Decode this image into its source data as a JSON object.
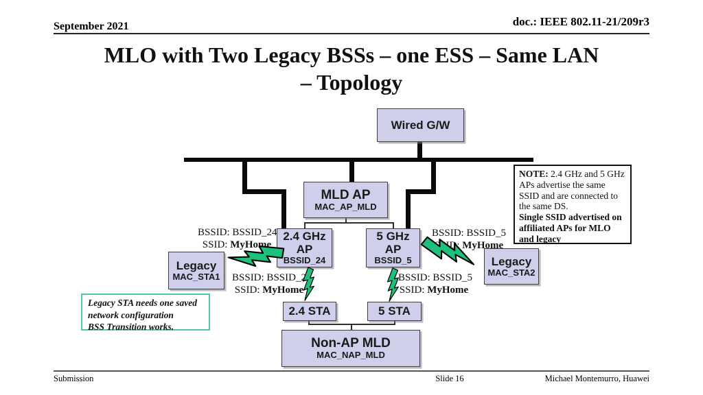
{
  "header": {
    "date": "September 2021",
    "doc": "doc.: IEEE 802.11-21/209r3"
  },
  "title": {
    "line1": "MLO with Two Legacy BSSs – one ESS –  Same LAN",
    "line2": "– Topology"
  },
  "boxes": {
    "wired_gw": {
      "label": "Wired G/W"
    },
    "mld_ap": {
      "label": "MLD AP",
      "sublabel": "MAC_AP_MLD"
    },
    "ap_24": {
      "line1": "2.4 GHz",
      "line2": "AP",
      "sublabel": "BSSID_24"
    },
    "ap_5": {
      "line1": "5 GHz",
      "line2": "AP",
      "sublabel": "BSSID_5"
    },
    "legacy_sta1": {
      "label": "Legacy",
      "sublabel": "MAC_STA1"
    },
    "legacy_sta2": {
      "label": "Legacy",
      "sublabel": "MAC_STA2"
    },
    "sta_24": {
      "label": "2.4 STA"
    },
    "sta_5": {
      "label": "5 STA"
    },
    "non_ap_mld": {
      "label": "Non-AP MLD",
      "sublabel": "MAC_NAP_MLD"
    }
  },
  "labels": {
    "ap24_top": {
      "line1": "BSSID: BSSID_24",
      "line2_prefix": "SSID: ",
      "line2_value": "MyHome"
    },
    "ap5_top": {
      "line1": "BSSID: BSSID_5",
      "line2_prefix": "SSID: ",
      "line2_value": "MyHome"
    },
    "sta24_link": {
      "line1": "BSSID: BSSID_24",
      "line2_prefix": "SSID: ",
      "line2_value": "MyHome"
    },
    "sta5_link": {
      "line1": "BSSID: BSSID_5",
      "line2_prefix": "SSID: ",
      "line2_value": "MyHome"
    }
  },
  "note": {
    "prefix": "NOTE:",
    "body": " 2.4 GHz and 5 GHz APs advertise the same SSID and are connected to the same DS.",
    "bold_body": "Single SSID advertised on affiliated APs for MLO and legacy"
  },
  "callout": {
    "line1": "Legacy STA needs one saved",
    "line2": "network configuration",
    "line3": "BSS Transition works."
  },
  "footer": {
    "left": "Submission",
    "center": "Slide 16",
    "right": "Michael Montemurro, Huawei"
  },
  "colors": {
    "box_fill": "#cfcfec",
    "box_border": "#3f3f3f",
    "connector": "#0a0a0a",
    "bolt_green": "#1dc07c",
    "callout_border": "#4ec7ac"
  }
}
